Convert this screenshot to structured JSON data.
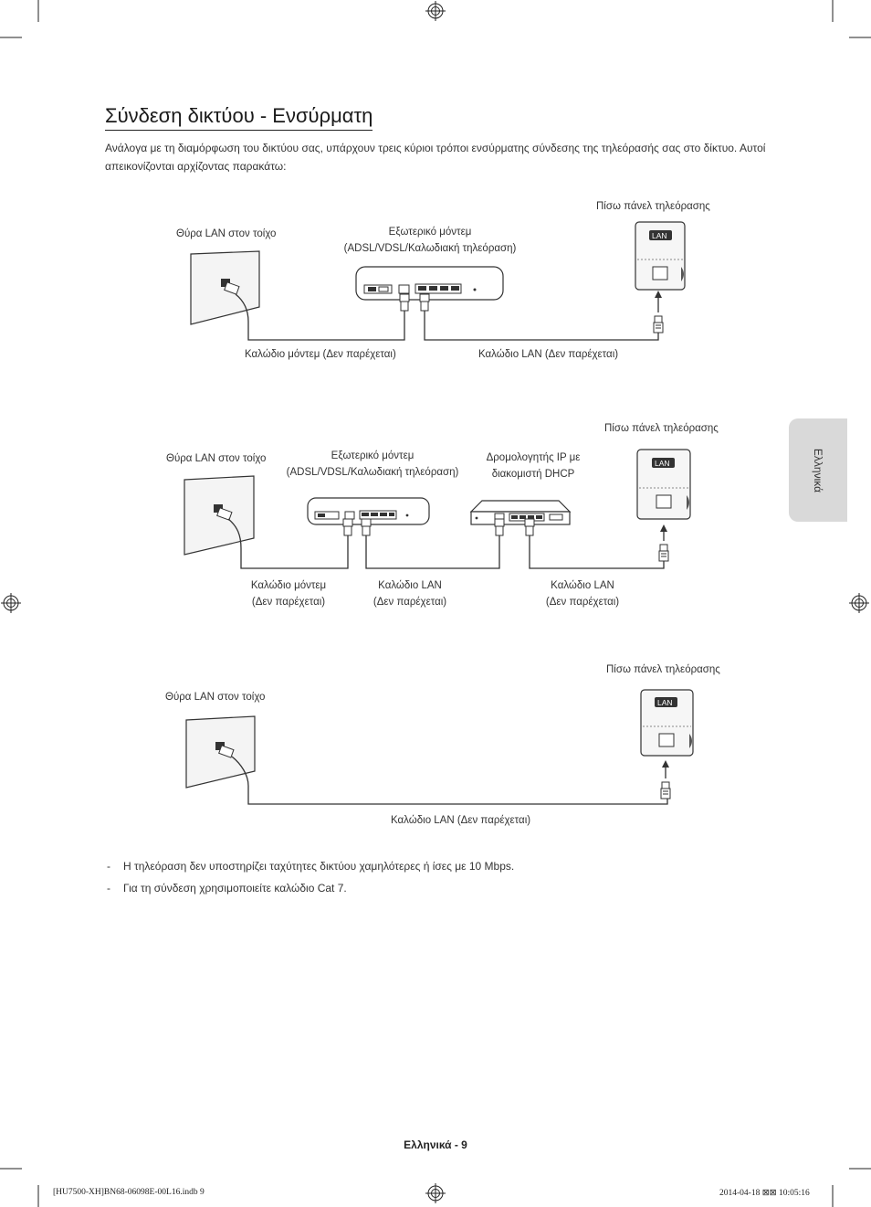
{
  "page": {
    "title": "Σύνδεση δικτύου - Ενσύρματη",
    "intro": "Ανάλογα με τη διαμόρφωση του δικτύου σας, υπάρχουν τρεις κύριοι τρόποι ενσύρματης σύνδεσης της τηλεόρασής σας στο δίκτυο. Αυτοί απεικονίζονται αρχίζοντας παρακάτω:",
    "side_tab": "Ελληνικά",
    "page_number": "Ελληνικά - 9",
    "imprint_left": "[HU7500-XH]BN68-06098E-00L16.indb   9",
    "imprint_right": "2014-04-18   ⊠⊠ 10:05:16"
  },
  "diagram1": {
    "wall_port": "Θύρα LAN στον τοίχο",
    "modem_line1": "Εξωτερικό μόντεμ",
    "modem_line2": "(ADSL/VDSL/Καλωδιακή τηλεόραση)",
    "tv_panel": "Πίσω πάνελ τηλεόρασης",
    "lan_badge": "LAN",
    "modem_cable": "Καλώδιο μόντεμ (Δεν παρέχεται)",
    "lan_cable": "Καλώδιο LAN (Δεν παρέχεται)"
  },
  "diagram2": {
    "wall_port": "Θύρα LAN στον τοίχο",
    "modem_line1": "Εξωτερικό μόντεμ",
    "modem_line2": "(ADSL/VDSL/Καλωδιακή τηλεόραση)",
    "router_line1": "Δρομολογητής IP με",
    "router_line2": "διακομιστή DHCP",
    "tv_panel": "Πίσω πάνελ τηλεόρασης",
    "lan_badge": "LAN",
    "modem_cable_line1": "Καλώδιο μόντεμ",
    "modem_cable_line2": "(Δεν παρέχεται)",
    "lan_cable_a_line1": "Καλώδιο LAN",
    "lan_cable_a_line2": "(Δεν παρέχεται)",
    "lan_cable_b_line1": "Καλώδιο LAN",
    "lan_cable_b_line2": "(Δεν παρέχεται)"
  },
  "diagram3": {
    "wall_port": "Θύρα LAN στον τοίχο",
    "tv_panel": "Πίσω πάνελ τηλεόρασης",
    "lan_badge": "LAN",
    "lan_cable": "Καλώδιο LAN (Δεν παρέχεται)"
  },
  "notes": [
    {
      "dash": "-",
      "text": "Η τηλεόραση δεν υποστηρίζει ταχύτητες δικτύου χαμηλότερες ή ίσες με 10 Mbps."
    },
    {
      "dash": "-",
      "text": "Για τη σύνδεση χρησιμοποιείτε καλώδιο Cat 7."
    }
  ],
  "icons": {
    "registration_mark": "crosshair-registration-icon",
    "lan_port": "rj45-port-icon",
    "cable_plug": "ethernet-plug-icon",
    "arrow": "arrow-up-icon"
  }
}
